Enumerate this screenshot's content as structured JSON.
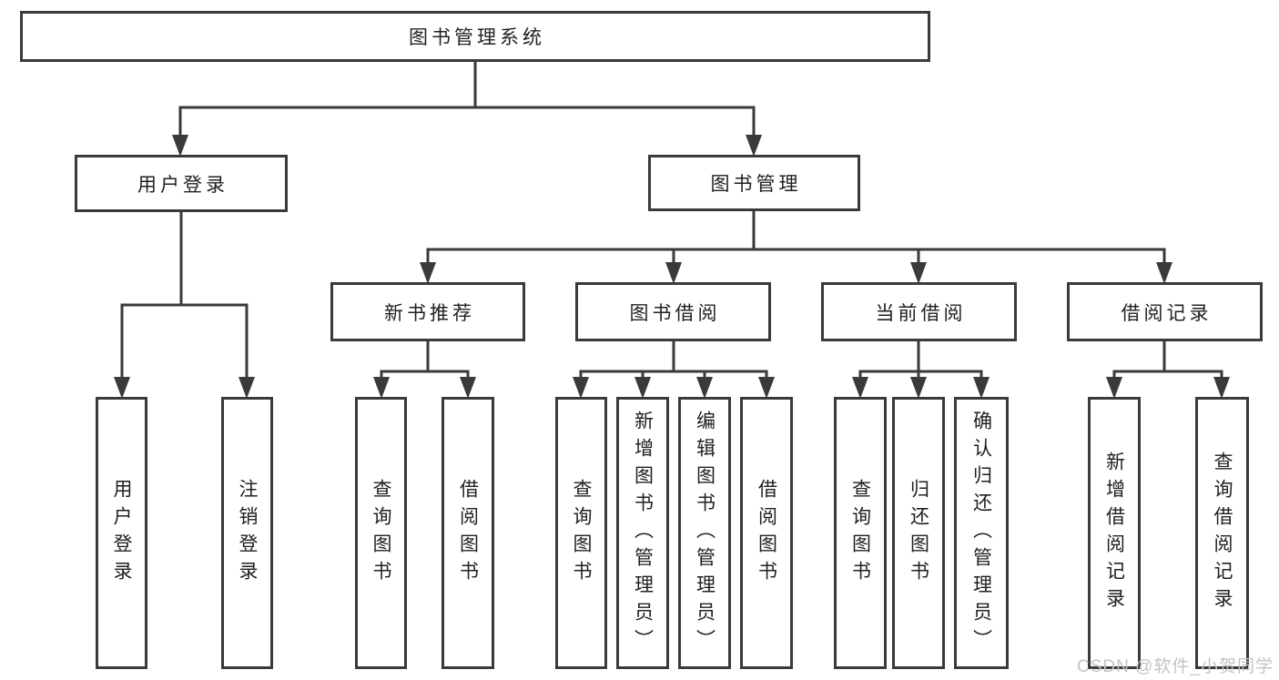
{
  "diagram": {
    "type": "hierarchy-tree",
    "root": {
      "label": "图书管理系统"
    },
    "branches": [
      {
        "label": "用户登录",
        "children": [
          {
            "label": "用户登录"
          },
          {
            "label": "注销登录"
          }
        ]
      },
      {
        "label": "图书管理",
        "children": [
          {
            "label": "新书推荐",
            "children": [
              {
                "label": "查询图书"
              },
              {
                "label": "借阅图书"
              }
            ]
          },
          {
            "label": "图书借阅",
            "children": [
              {
                "label": "查询图书"
              },
              {
                "label": "新增图书（管理员）"
              },
              {
                "label": "编辑图书（管理员）"
              },
              {
                "label": "借阅图书"
              }
            ]
          },
          {
            "label": "当前借阅",
            "children": [
              {
                "label": "查询图书"
              },
              {
                "label": "归还图书"
              },
              {
                "label": "确认归还（管理员）"
              }
            ]
          },
          {
            "label": "借阅记录",
            "children": [
              {
                "label": "新增借阅记录"
              },
              {
                "label": "查询借阅记录"
              }
            ]
          }
        ]
      }
    ]
  },
  "watermark": {
    "text": "CSDN @软件_小贺同学",
    "color": "#c6c2c4"
  },
  "colors": {
    "line": "#3a3a3a",
    "text": "#212121",
    "background": "#ffffff"
  }
}
